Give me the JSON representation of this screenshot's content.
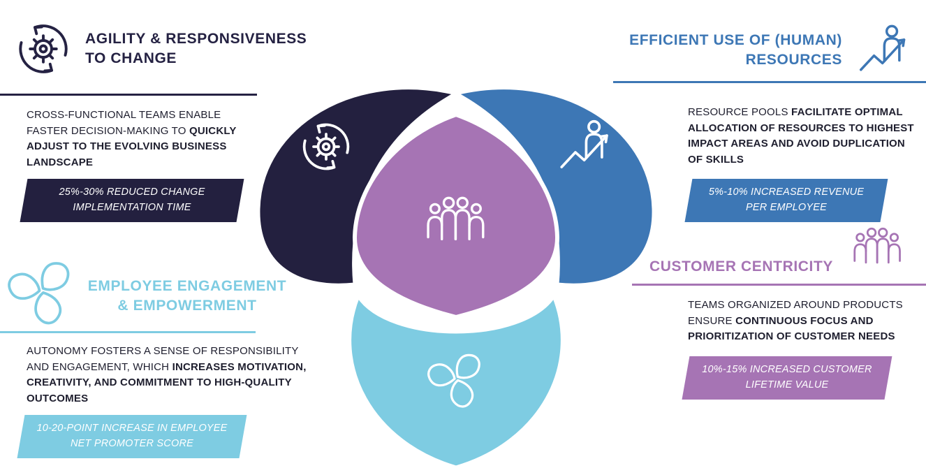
{
  "colors": {
    "navy": "#23203F",
    "blue": "#3D77B5",
    "light_blue": "#7ECCE2",
    "purple": "#A674B4",
    "body_text": "#1E1E2E",
    "badge_text": "#FFFFFF"
  },
  "sections": {
    "agility": {
      "title_line1": "AGILITY & RESPONSIVENESS",
      "title_line2": "TO CHANGE",
      "icon": "cycle-gear-icon",
      "body_regular": "CROSS-FUNCTIONAL TEAMS ENABLE FASTER DECISION-MAKING TO ",
      "body_bold": "QUICKLY ADJUST TO THE EVOLVING BUSINESS LANDSCAPE",
      "badge": "25%-30% REDUCED CHANGE IMPLEMENTATION TIME"
    },
    "resources": {
      "title_line1": "EFFICIENT USE OF (HUMAN)",
      "title_line2": "RESOURCES",
      "icon": "person-chart-icon",
      "body_regular": "RESOURCE POOLS ",
      "body_bold": "FACILITATE OPTIMAL ALLOCATION OF RESOURCES TO HIGHEST IMPACT AREAS AND AVOID DUPLICATION OF SKILLS",
      "badge": "5%-10% INCREASED REVENUE PER EMPLOYEE"
    },
    "employee": {
      "title_line1": "EMPLOYEE ENGAGEMENT",
      "title_line2": "& EMPOWERMENT",
      "icon": "hands-together-icon",
      "body_regular": "AUTONOMY FOSTERS A SENSE OF RESPONSIBILITY AND ENGAGEMENT, WHICH ",
      "body_bold": "INCREASES MOTIVATION, CREATIVITY, AND COMMITMENT TO HIGH-QUALITY OUTCOMES",
      "badge": "10-20-POINT INCREASE IN EMPLOYEE NET PROMOTER SCORE"
    },
    "customer": {
      "title_line1": "CUSTOMER CENTRICITY",
      "icon": "people-group-icon",
      "body_regular": "TEAMS ORGANIZED AROUND PRODUCTS ENSURE ",
      "body_bold": "CONTINUOUS FOCUS AND PRIORITIZATION OF CUSTOMER NEEDS",
      "badge": "10%-15% INCREASED CUSTOMER LIFETIME VALUE"
    }
  },
  "venn": {
    "petal_top_left": "agility",
    "petal_top_right": "resources",
    "petal_bottom": "employee",
    "center": "customer"
  }
}
